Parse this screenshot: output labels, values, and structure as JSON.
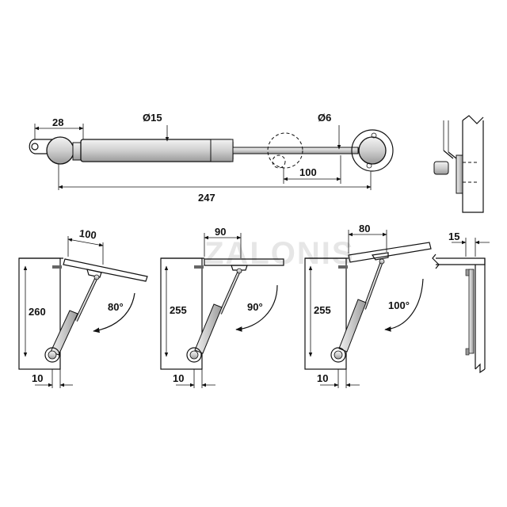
{
  "watermark": "ZALONIS",
  "strut": {
    "eye_width": "28",
    "body_diameter": "Ø15",
    "rod_diameter": "Ø6",
    "stroke": "100",
    "total_length": "247"
  },
  "configs": [
    {
      "angle": "80°",
      "height": "260",
      "offset": "10",
      "width": "100"
    },
    {
      "angle": "90°",
      "height": "255",
      "offset": "10",
      "width": "90"
    },
    {
      "angle": "100°",
      "height": "255",
      "offset": "10",
      "width": "80"
    }
  ],
  "side_view": {
    "width": "15"
  }
}
